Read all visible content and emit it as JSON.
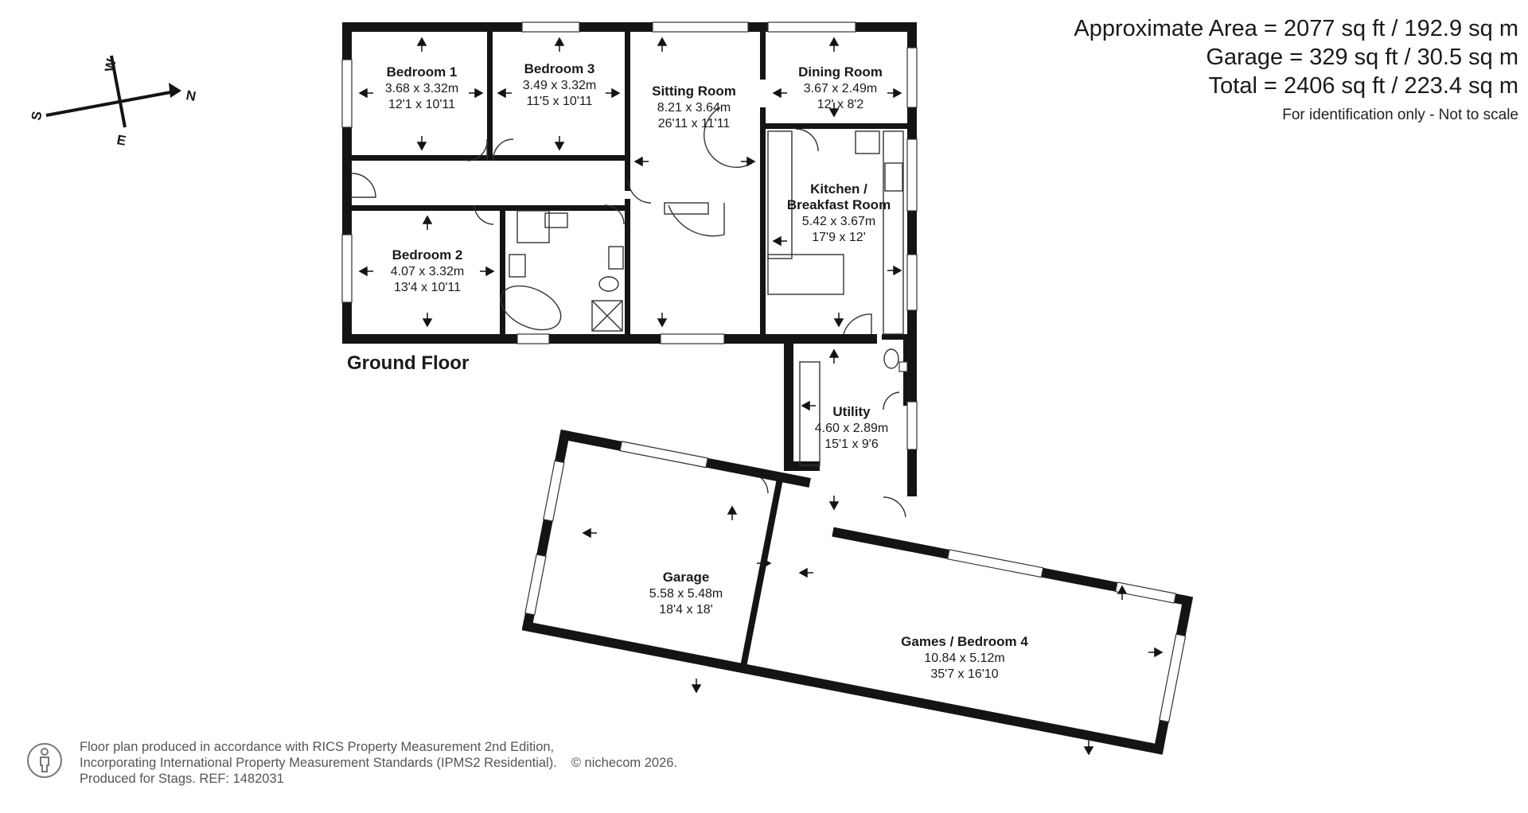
{
  "area_summary": {
    "approximate_area": "Approximate Area = 2077 sq ft / 192.9 sq m",
    "garage": "Garage = 329 sq ft / 30.5 sq m",
    "total": "Total = 2406 sq ft / 223.4 sq m",
    "note": "For identification only - Not to scale"
  },
  "floor_label": "Ground Floor",
  "compass": {
    "w": "W",
    "n": "N",
    "s": "S",
    "e": "E"
  },
  "rooms": {
    "bedroom1": {
      "name": "Bedroom 1",
      "metric": "3.68 x 3.32m",
      "imperial": "12'1 x 10'11"
    },
    "bedroom3": {
      "name": "Bedroom 3",
      "metric": "3.49 x 3.32m",
      "imperial": "11'5 x 10'11"
    },
    "sitting": {
      "name": "Sitting Room",
      "metric": "8.21 x 3.64m",
      "imperial": "26'11 x 11'11"
    },
    "dining": {
      "name": "Dining Room",
      "metric": "3.67 x 2.49m",
      "imperial": "12' x 8'2"
    },
    "kitchen": {
      "name_line1": "Kitchen /",
      "name_line2": "Breakfast Room",
      "metric": "5.42 x 3.67m",
      "imperial": "17'9 x 12'"
    },
    "bedroom2": {
      "name": "Bedroom 2",
      "metric": "4.07 x 3.32m",
      "imperial": "13'4 x 10'11"
    },
    "utility": {
      "name": "Utility",
      "metric": "4.60 x 2.89m",
      "imperial": "15'1 x 9'6"
    },
    "garage": {
      "name": "Garage",
      "metric": "5.58 x 5.48m",
      "imperial": "18'4 x 18'"
    },
    "games": {
      "name": "Games / Bedroom 4",
      "metric": "10.84 x 5.12m",
      "imperial": "35'7 x 16'10"
    }
  },
  "footer": {
    "line1": "Floor plan produced in accordance with RICS Property Measurement 2nd Edition,",
    "line2": "Incorporating International Property Measurement Standards (IPMS2 Residential).",
    "copyright": "© nichecom 2026.",
    "line3": "Produced for Stags.   REF: 1482031"
  }
}
